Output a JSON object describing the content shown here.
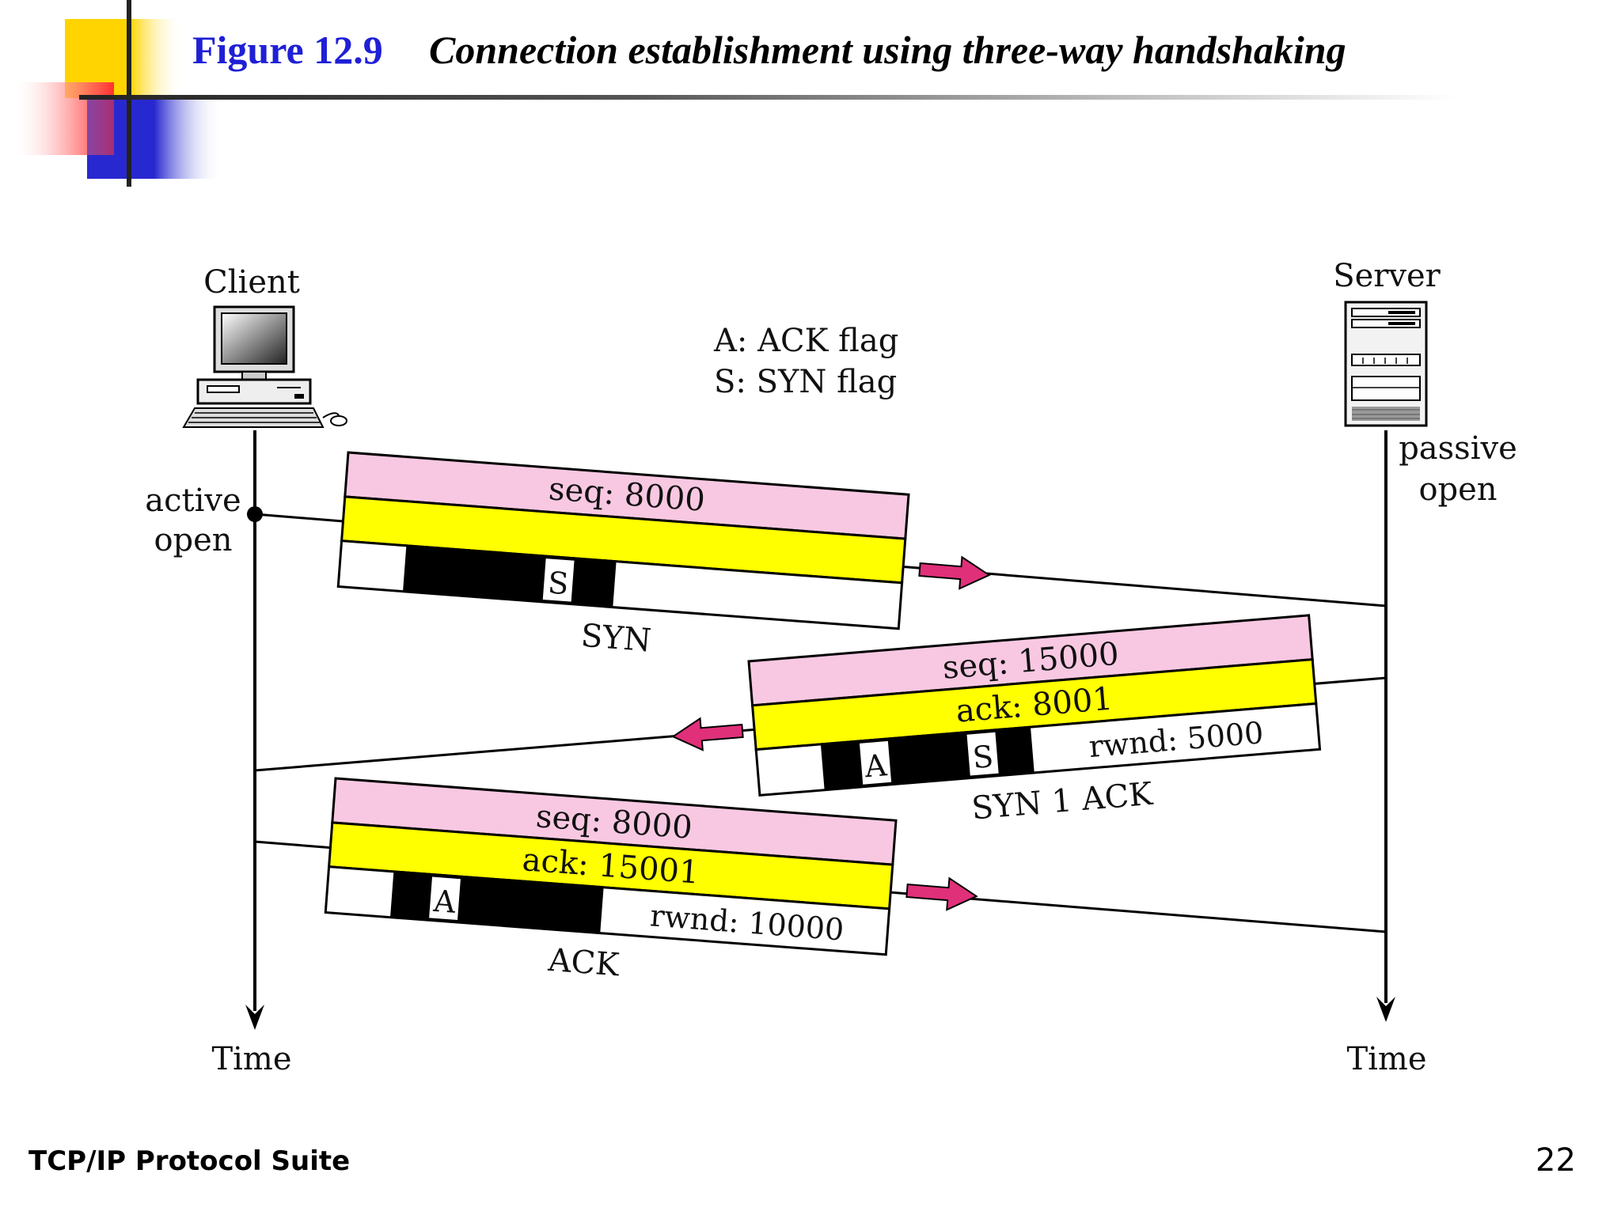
{
  "header": {
    "figure_number": "Figure 12.9",
    "caption": "Connection establishment using three-way handshaking"
  },
  "colors": {
    "title_blue": "#1f1fd6",
    "seq_pink": "#f8c8e2",
    "ack_yellow": "#ffff00",
    "arrow_pink": "#e0307a",
    "deco_yellow": "#ffd400",
    "deco_red": "#ff4040",
    "deco_blue": "#2828d0"
  },
  "diagram": {
    "client_label": "Client",
    "server_label": "Server",
    "legend": [
      "A: ACK flag",
      "S: SYN flag"
    ],
    "active_open": [
      "active",
      "open"
    ],
    "passive_open": [
      "passive",
      "open"
    ],
    "time_left": "Time",
    "time_right": "Time",
    "segments": [
      {
        "name": "SYN",
        "seq": "seq: 8000",
        "ack": "",
        "flags": [
          "S"
        ],
        "rwnd": ""
      },
      {
        "name": "SYN 1 ACK",
        "seq": "seq: 15000",
        "ack": "ack: 8001",
        "flags": [
          "A",
          "S"
        ],
        "rwnd": "rwnd: 5000"
      },
      {
        "name": "ACK",
        "seq": "seq: 8000",
        "ack": "ack: 15001",
        "flags": [
          "A"
        ],
        "rwnd": "rwnd: 10000"
      }
    ]
  },
  "footer": {
    "suite": "TCP/IP Protocol Suite",
    "page_number": "22"
  }
}
